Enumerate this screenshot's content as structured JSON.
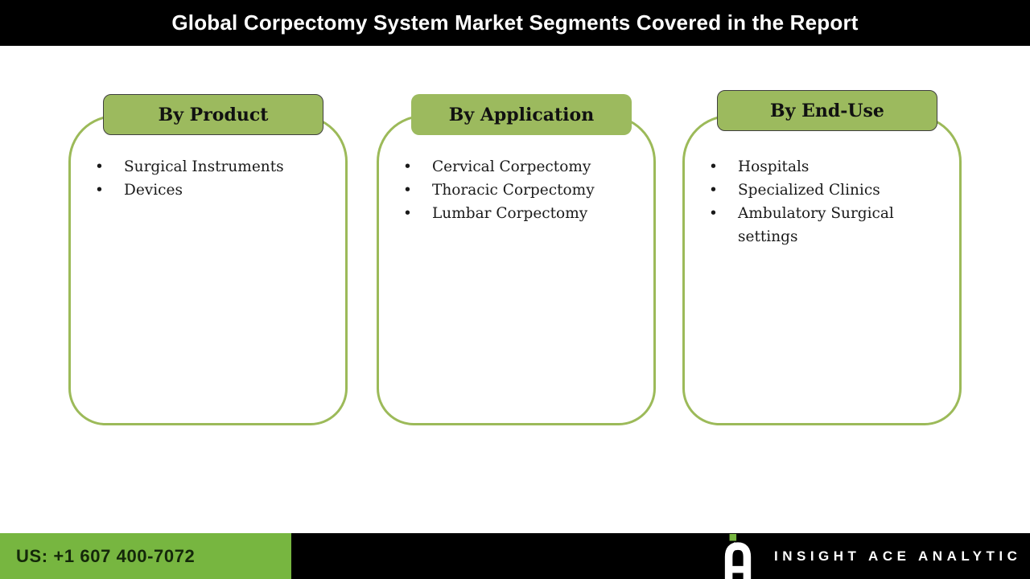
{
  "header": {
    "title": "Global Corpectomy System Market Segments Covered in the Report"
  },
  "cards": [
    {
      "title": "By Product",
      "items": [
        "Surgical Instruments",
        "Devices"
      ]
    },
    {
      "title": "By Application",
      "items": [
        "Cervical Corpectomy",
        "Thoracic Corpectomy",
        "Lumbar Corpectomy"
      ]
    },
    {
      "title": "By End-Use",
      "items": [
        "Hospitals",
        "Specialized Clinics",
        "Ambulatory Surgical settings"
      ]
    }
  ],
  "footer": {
    "phone": "US: +1 607 400-7072",
    "brand": "INSIGHT ACE ANALYTIC",
    "logo": "insight-ace-a-logo"
  },
  "colors": {
    "card_green": "#9cba5e",
    "card_outline_green": "#9cba59",
    "footer_green": "#77b640",
    "bar_black": "#000000",
    "title_white": "#ffffff",
    "tab_border_dark": "#3f3f3f"
  }
}
